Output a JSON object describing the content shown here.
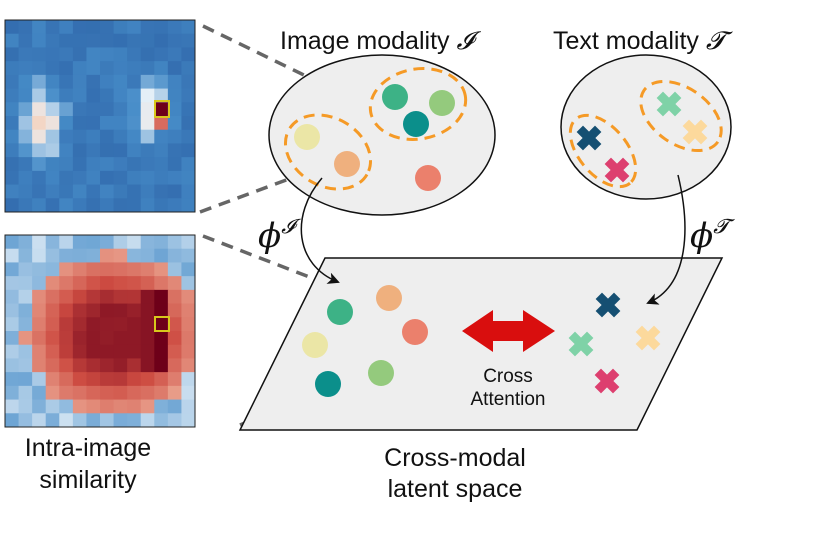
{
  "labels": {
    "image_modality": "Image modality ",
    "image_modality_symbol": "𝓘",
    "text_modality": "Text modality ",
    "text_modality_symbol": "𝓣",
    "phi_image_base": "ϕ",
    "phi_image_sup": "𝓘",
    "phi_text_base": "ϕ",
    "phi_text_sup": "𝓣",
    "cross_attention_line1": "Cross",
    "cross_attention_line2": "Attention",
    "latent_line1": "Cross-modal",
    "latent_line2": "latent space",
    "intra_line1": "Intra-image",
    "intra_line2": "similarity"
  },
  "colors": {
    "pale_yellow": "#ebe6a6",
    "peach": "#efb07e",
    "salmon": "#eb806c",
    "teal_green": "#3db286",
    "teal": "#0b8f8b",
    "light_green": "#94ca7d",
    "navy": "#154f72",
    "magenta": "#dd3f6f",
    "mint": "#7fd2a7",
    "light_orange": "#fcd99c",
    "orange_dash": "#f59a26",
    "arrow_red": "#d90e0e",
    "highlight_box": "#d8c81c"
  }
}
